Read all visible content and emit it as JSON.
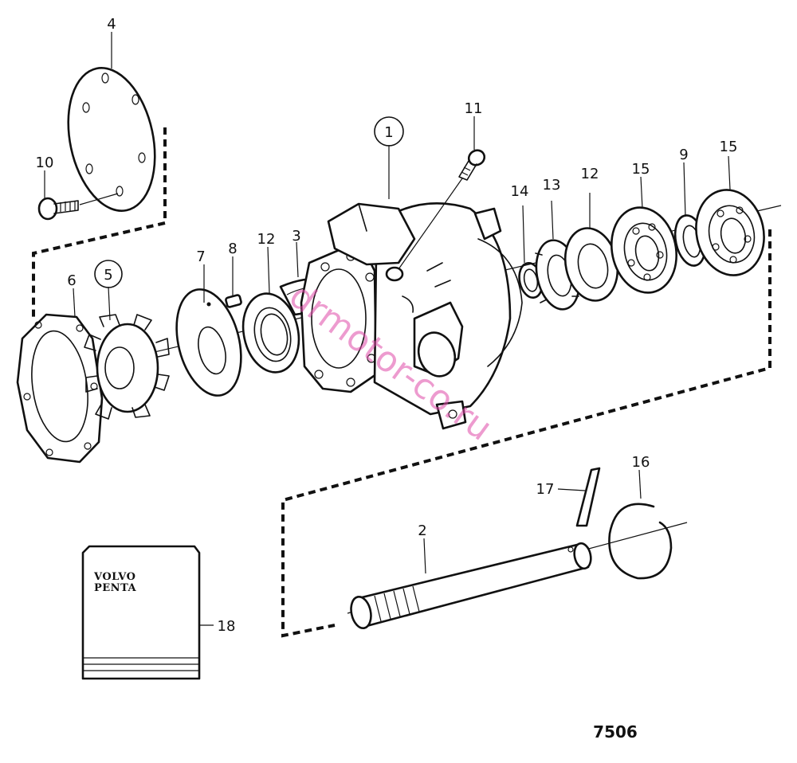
{
  "diagram": {
    "drawing_code": "7506",
    "watermark": "drmotor-co.ru",
    "brand_box_text": [
      "VOLVO",
      "PENTA"
    ],
    "callouts": [
      {
        "label": "1",
        "circled": true
      },
      {
        "label": "2"
      },
      {
        "label": "3"
      },
      {
        "label": "4"
      },
      {
        "label": "5",
        "circled": true
      },
      {
        "label": "6"
      },
      {
        "label": "7"
      },
      {
        "label": "8"
      },
      {
        "label": "9"
      },
      {
        "label": "10"
      },
      {
        "label": "11"
      },
      {
        "label": "12"
      },
      {
        "label": "12"
      },
      {
        "label": "13"
      },
      {
        "label": "14"
      },
      {
        "label": "15"
      },
      {
        "label": "15"
      },
      {
        "label": "16"
      },
      {
        "label": "17"
      },
      {
        "label": "18"
      }
    ]
  }
}
